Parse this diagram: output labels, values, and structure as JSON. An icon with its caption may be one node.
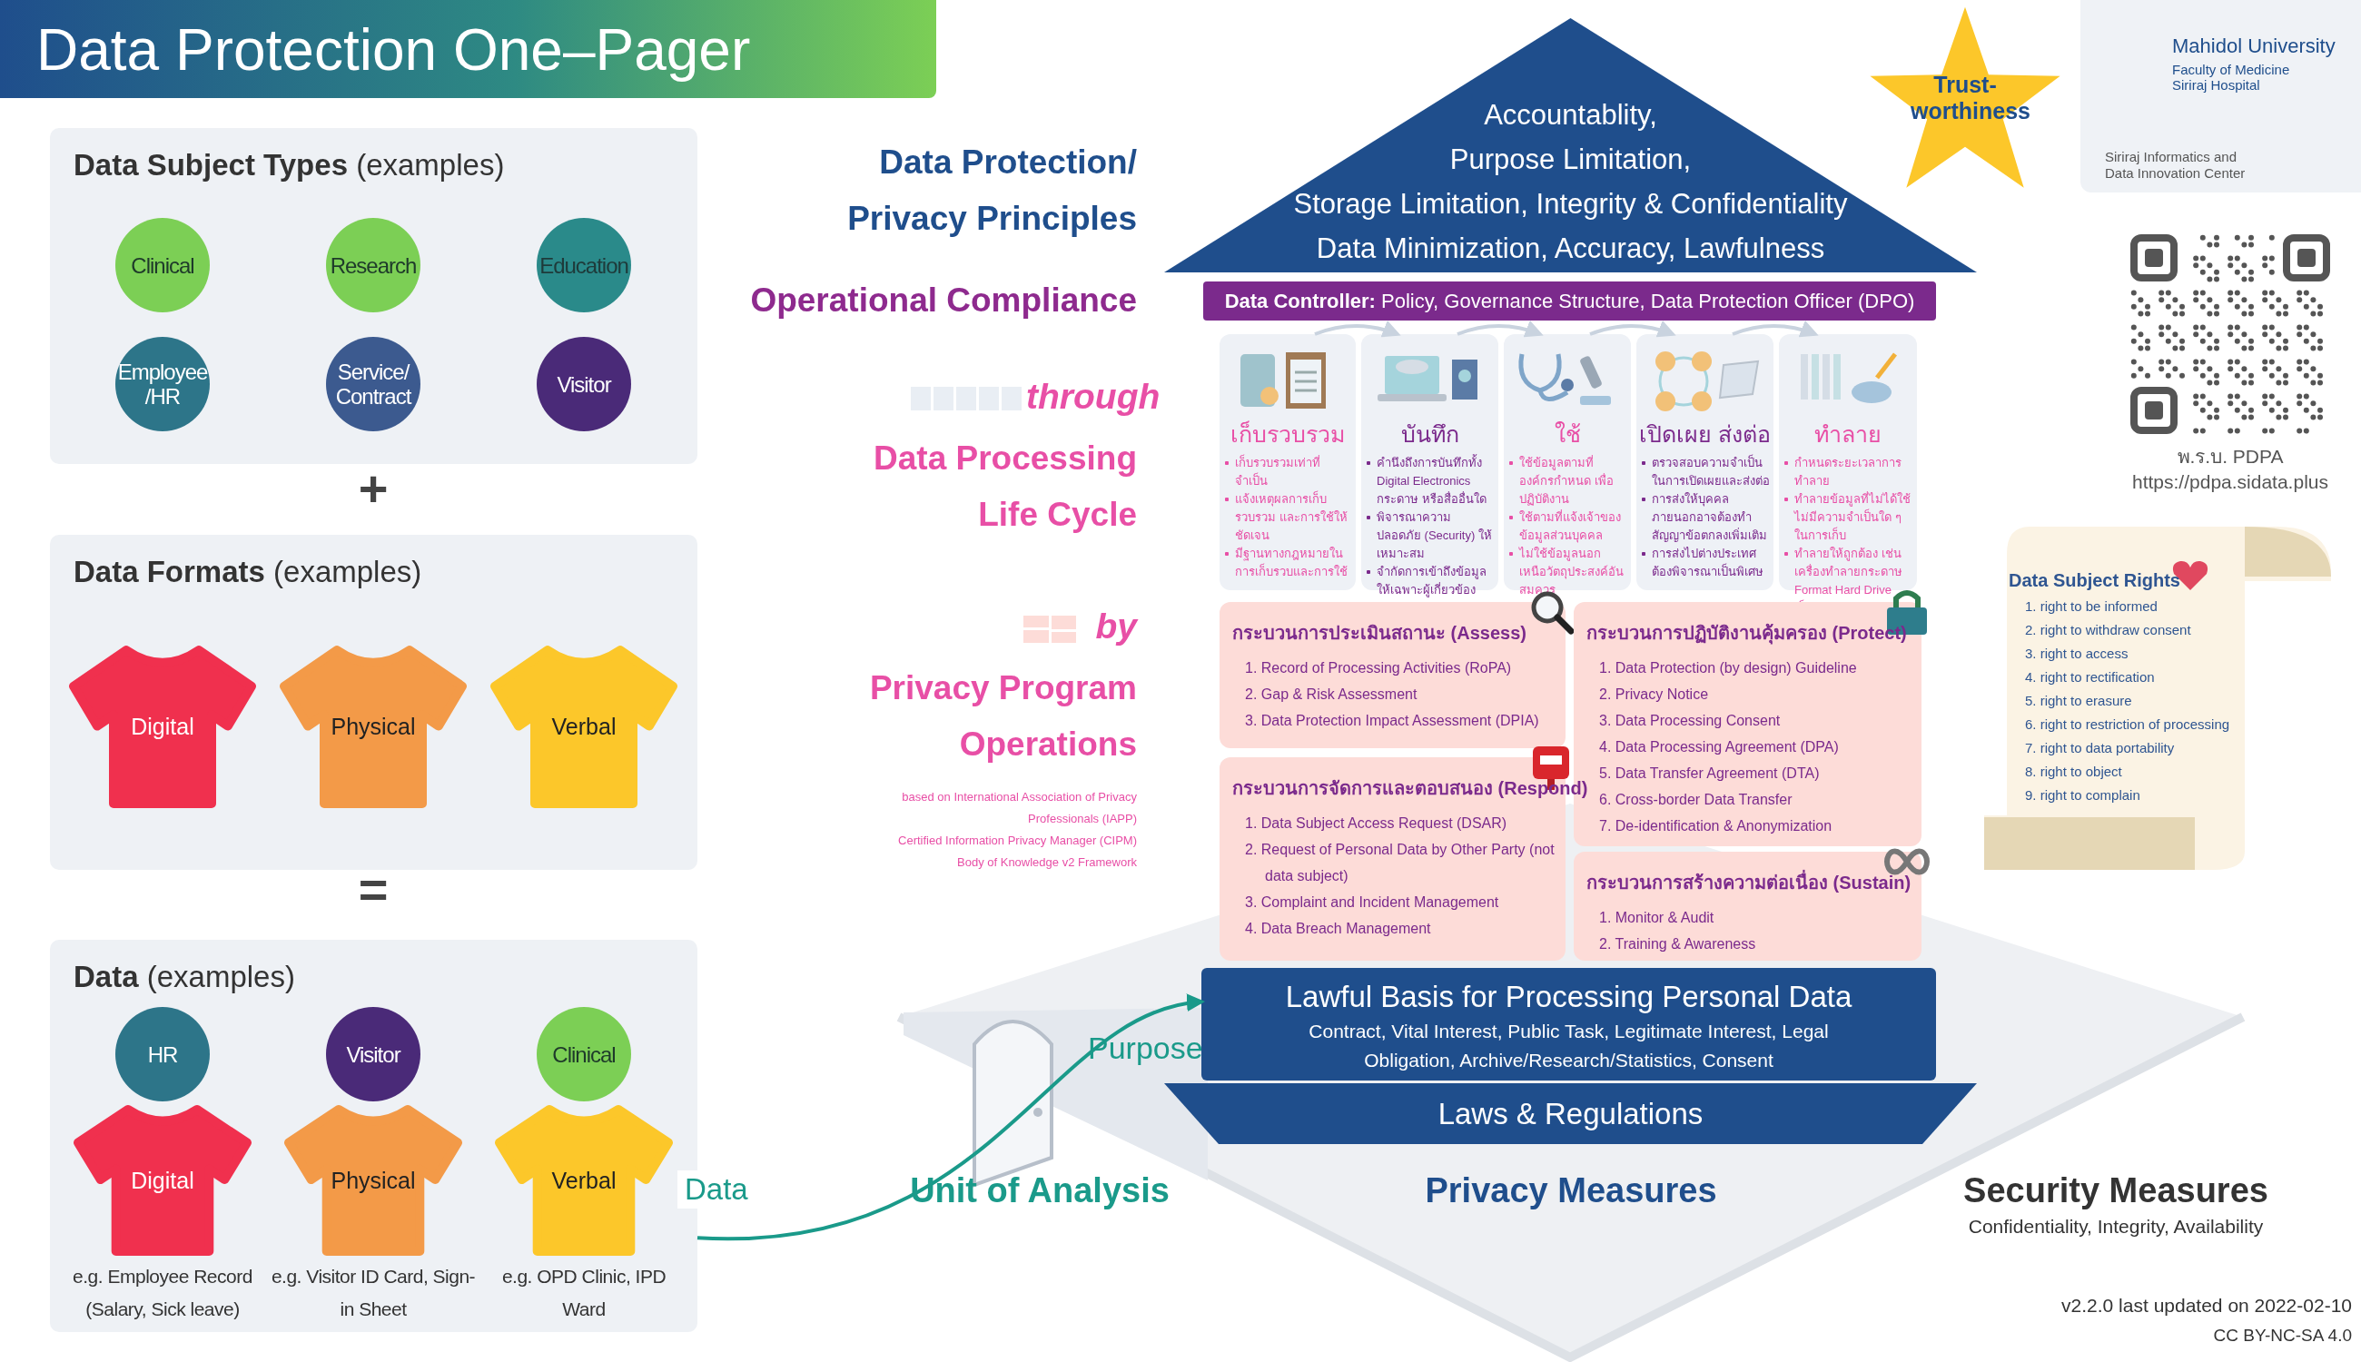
{
  "diagram": {
    "title": "Data Protection One–Pager",
    "nodes": [
      {
        "text": [
          "**Data Subject Types** (examples)"
        ]
      },
      {
        "text": [
          "Clinical"
        ],
        "in": 0
      },
      {
        "text": [
          "Research"
        ],
        "in": 0
      },
      {
        "text": [
          "Education"
        ],
        "in": 0
      },
      {
        "text": [
          "Employee /HR"
        ],
        "in": 0
      },
      {
        "text": [
          "Service/ Contract"
        ],
        "in": 0
      },
      {
        "text": [
          "Visitor"
        ],
        "in": 0
      },
      {
        "text": [
          "**Data Formats** (examples)"
        ]
      },
      {
        "text": [
          "Digital"
        ],
        "in": 7
      },
      {
        "text": [
          "Physical"
        ],
        "in": 7
      },
      {
        "text": [
          "Verbal"
        ],
        "in": 7
      },
      {
        "text": [
          "**Data** (examples)"
        ]
      },
      {
        "text": [
          "HR"
        ],
        "in": 11
      },
      {
        "text": [
          "Digital"
        ],
        "in": 11,
        "beside": [
          "e.g. Employee Record (Salary, Sick leave)"
        ]
      },
      {
        "text": [
          "Visitor"
        ],
        "in": 11
      },
      {
        "text": [
          "Physical"
        ],
        "in": 11,
        "beside": [
          "e.g. Visitor ID Card, Sign-in Sheet"
        ]
      },
      {
        "text": [
          "Clinical"
        ],
        "in": 11
      },
      {
        "text": [
          "Verbal"
        ],
        "in": 11,
        "beside": [
          "e.g. OPD Clinic, IPD Ward"
        ]
      },
      {
        "text": [
          "Accountablity,",
          "Purpose Limitation,",
          "Storage Limitation, Integrity & Confidentiality",
          "Data Minimization, Accuracy, Lawfulness"
        ]
      },
      {
        "text": [
          "Trust-worthiness"
        ]
      },
      {
        "text": [
          "**Data Controller:** Policy, Governance Structure, Data Protection Officer (DPO)"
        ]
      },
      {
        "text": [
          "เก็บรวบรวม",
          "เก็บรวบรวมเท่าที่จำเป็น",
          "แจ้งเหตุผลการเก็บรวบรวม และการใช้ให้ชัดเจน",
          "มีฐานทางกฎหมายในการเก็บรวบและการใช้"
        ]
      },
      {
        "text": [
          "บันทึก",
          "คำนึงถึงการบันทึกทั้ง Digital Electronics กระดาษ หรือสื่ออื่นใด",
          "พิจารณาความปลอดภัย (Security) ให้เหมาะสม",
          "จำกัดการเข้าถึงข้อมูลให้เฉพาะผู้เกี่ยวข้อง"
        ]
      },
      {
        "text": [
          "ใช้",
          "ใช้ข้อมูลตามที่องค์กรกำหนด เพื่อปฏิบัติงาน",
          "ใช้ตามที่แจ้งเจ้าของข้อมูลส่วนบุคคล",
          "ไม่ใช้ข้อมูลนอกเหนือวัตถุประสงค์อันสมควร"
        ]
      },
      {
        "text": [
          "เปิดเผย ส่งต่อ",
          "ตรวจสอบความจำเป็นในการเปิดเผยและส่งต่อ",
          "การส่งให้บุคคลภายนอกอาจต้องทำสัญญาข้อตกลงเพิ่มเติม",
          "การส่งไปต่างประเทศต้องพิจารณาเป็นพิเศษ"
        ]
      },
      {
        "text": [
          "ทำลาย",
          "กำหนดระยะเวลาการทำลาย",
          "ทำลายข้อมูลที่ไม่ได้ใช้ไม่มีความจำเป็นใด ๆ ในการเก็บ",
          "ทำลายให้ถูกต้อง เช่น เครื่องทำลายกระดาษ Format Hard Drive เป็นต้น"
        ]
      },
      {
        "text": [
          "กระบวนการประเมินสถานะ (Assess)",
          "1. Record of Processing Activities (RoPA)",
          "2. Gap & Risk Assessment",
          "3. Data Protection Impact Assessment (DPIA)"
        ]
      },
      {
        "text": [
          "กระบวนการปฏิบัติงานคุ้มครอง (Protect)",
          "1. Data Protection (by design) Guideline",
          "2. Privacy Notice",
          "3. Data Processing Consent",
          "4. Data Processing Agreement (DPA)",
          "5. Data Transfer Agreement (DTA)",
          "6. Cross-border Data Transfer",
          "7. De-identification & Anonymization"
        ]
      },
      {
        "text": [
          "กระบวนการจัดการและตอบสนอง (Respond)",
          "1. Data Subject Access Request (DSAR)",
          "2. Request of Personal Data by Other Party (not data subject)",
          "3. Complaint and Incident Management",
          "4. Data Breach Management"
        ]
      },
      {
        "text": [
          "กระบวนการสร้างความต่อเนื่อง (Sustain)",
          "1. Monitor & Audit",
          "2. Training & Awareness"
        ]
      },
      {
        "text": [
          "Lawful Basis for Processing Personal Data",
          "Contract, Vital Interest, Public Task, Legitimate Interest, Legal Obligation, Archive/Research/Statistics, Consent"
        ]
      },
      {
        "text": [
          "Laws & Regulations"
        ]
      },
      {
        "text": [
          "Data Subject Rights",
          "1. right to be informed",
          "2. right to withdraw consent",
          "3. right to access",
          "4. right to rectification",
          "5. right to erasure",
          "6. right to restriction of processing",
          "7. right to data portability",
          "8. right to object",
          "9. right to complain"
        ]
      }
    ],
    "edges": [
      {
        "from": 11,
        "to": 30,
        "arrow": "to",
        "label": "Data",
        "color": "#1a9a8a"
      },
      {
        "from": 21,
        "to": 22,
        "arrow": "to"
      },
      {
        "from": 22,
        "to": 23,
        "arrow": "to"
      },
      {
        "from": 23,
        "to": 24,
        "arrow": "to"
      },
      {
        "from": 24,
        "to": 25,
        "arrow": "to"
      }
    ],
    "labels": [
      "+",
      "=",
      "Data Protection/ Privacy Principles",
      "Operational Compliance",
      "through",
      "Data Processing Life Cycle",
      "by",
      "Privacy Program Operations",
      "based on International Association of Privacy Professionals (IAPP)",
      "Certified Information Privacy Manager (CIPM) Body of Knowledge v2 Framework",
      "Purpose",
      "Unit of Analysis",
      "Privacy Measures",
      "Security Measures",
      "Confidentiality, Integrity, Availability",
      "Mahidol University",
      "Faculty of Medicine Siriraj Hospital",
      "Siriraj Informatics and Data Innovation Center",
      "พ.ร.บ. PDPA",
      "https://pdpa.sidata.plus",
      "v2.2.0 last updated on 2022-02-10",
      "CC BY-NC-SA 4.0"
    ]
  }
}
